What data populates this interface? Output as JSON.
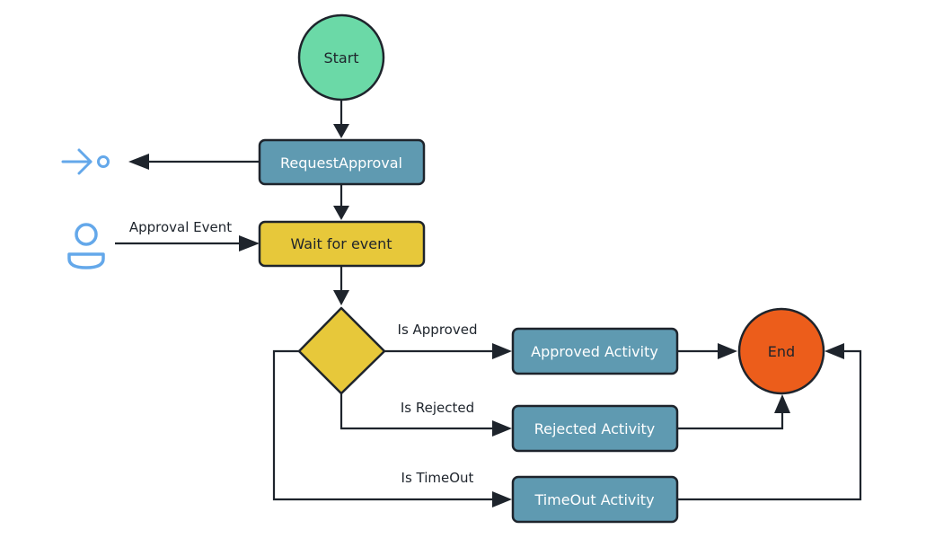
{
  "colors": {
    "stroke": "#1e242c",
    "start": "#6bd9a7",
    "task": "#5f9ab1",
    "wait": "#e7c83a",
    "end": "#ec5d1b",
    "icon": "#64a8ea",
    "task_text": "#ffffff",
    "dark_text": "#1e242c"
  },
  "nodes": {
    "start": "Start",
    "request_approval": "RequestApproval",
    "wait_for_event": "Wait for event",
    "approved_activity": "Approved Activity",
    "rejected_activity": "Rejected Activity",
    "timeout_activity": "TimeOut Activity",
    "end": "End"
  },
  "edges": {
    "approval_event": "Approval Event",
    "is_approved": "Is Approved",
    "is_rejected": "Is Rejected",
    "is_timeout": "Is TimeOut"
  },
  "icons": {
    "send": "send-arrow-icon",
    "user": "user-icon"
  }
}
